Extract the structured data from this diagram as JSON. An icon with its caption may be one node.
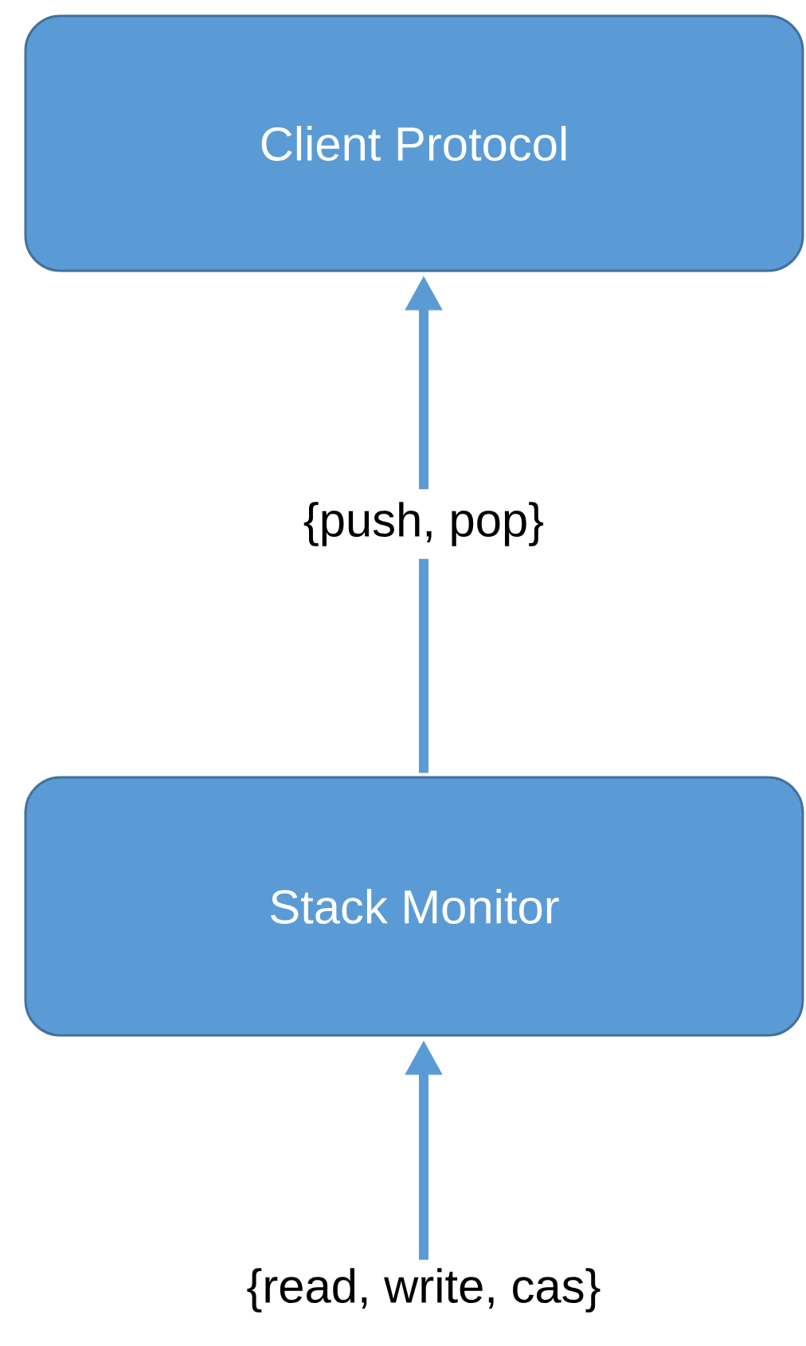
{
  "diagram": {
    "nodes": [
      {
        "text": [
          "Client Protocol"
        ]
      },
      {
        "text": [
          "Stack Monitor"
        ]
      },
      {
        "text": [
          "{read, write, cas}"
        ]
      }
    ],
    "edges": [
      {
        "from": 1,
        "to": 0,
        "arrow": "to",
        "label": "{push, pop}"
      },
      {
        "from": 2,
        "to": 1,
        "arrow": "to"
      }
    ]
  }
}
